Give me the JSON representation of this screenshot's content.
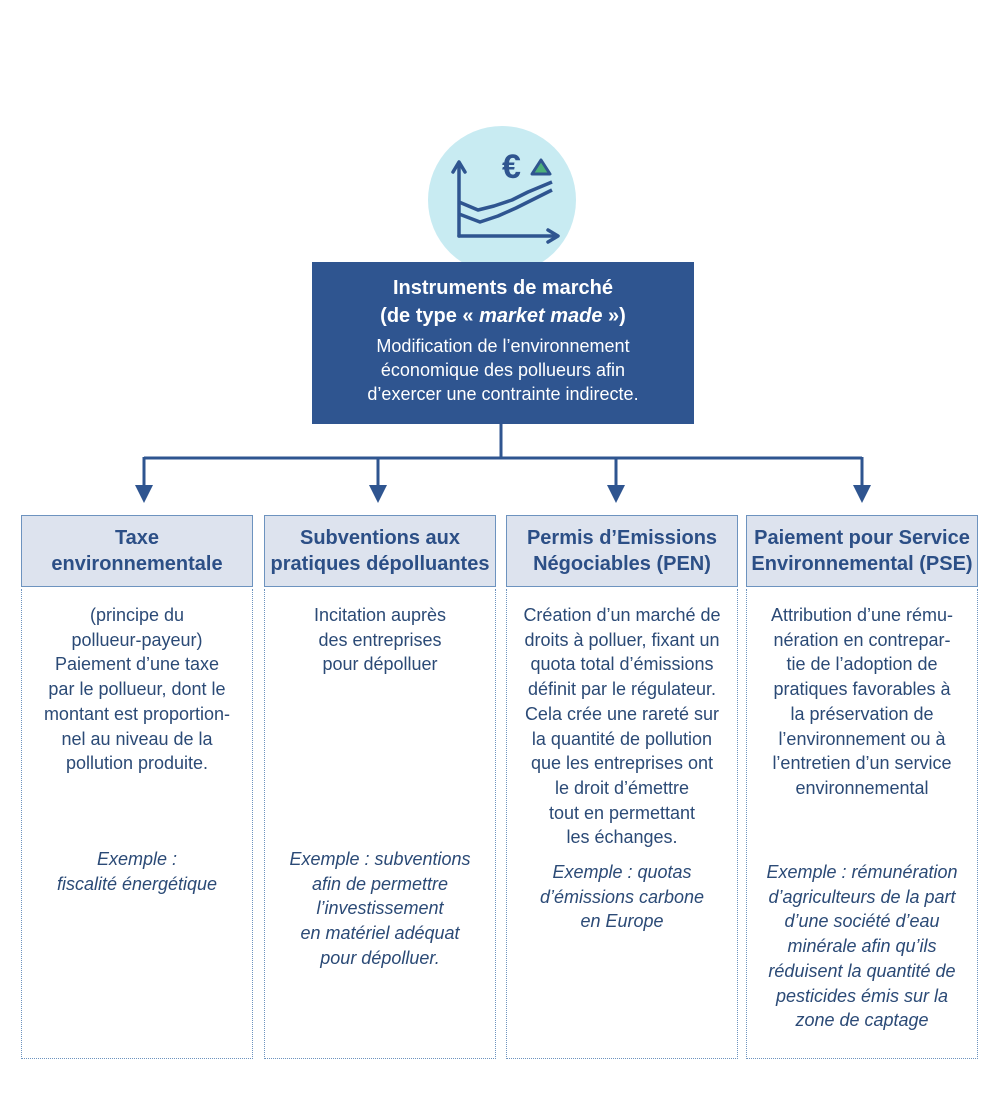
{
  "root": {
    "title_line1": "Instruments de marché",
    "title_line2_prefix": "(de type « ",
    "title_line2_italic": "market made",
    "title_line2_suffix": " »)",
    "description_lines": [
      "Modification de l’environnement",
      "économique des pollueurs afin",
      "d’exercer une contrainte indirecte."
    ]
  },
  "icon": {
    "name": "market-chart-icon",
    "symbol": "€",
    "colors": {
      "line": "#2f5590",
      "triangle": "#4cb07a",
      "circle": "#c8ebf2"
    }
  },
  "colors": {
    "root_fill": "#2f5590",
    "header_fill": "#dde3ee",
    "border": "#6d93bf",
    "connector": "#2f5590",
    "text": "#2b4a76"
  },
  "columns": [
    {
      "title_lines": [
        "Taxe",
        "environnementale"
      ],
      "description_lines": [
        "(principe du",
        "pollueur-payeur)",
        "Paiement d’une taxe",
        "par le pollueur, dont le",
        "montant est proportion-",
        "nel au niveau de la",
        "pollution produite."
      ],
      "example_lines": [
        "Exemple :",
        "fiscalité énergétique"
      ]
    },
    {
      "title_lines": [
        "Subventions aux",
        "pratiques dépolluantes"
      ],
      "description_lines": [
        "Incitation auprès",
        "des entreprises",
        "pour dépolluer"
      ],
      "example_lines": [
        "Exemple :  subventions",
        "afin de permettre",
        "l’investissement",
        "en matériel adéquat",
        "pour dépolluer."
      ]
    },
    {
      "title_lines": [
        "Permis d’Emissions",
        "Négociables (PEN)"
      ],
      "description_lines": [
        "Création d’un marché de",
        "droits à polluer, fixant un",
        "quota total d’émissions",
        "définit par le régulateur.",
        "Cela crée une rareté sur",
        "la quantité de pollution",
        "que les entreprises ont",
        "le droit d’émettre",
        "tout en permettant",
        "les échanges."
      ],
      "example_lines": [
        "Exemple : quotas",
        "d’émissions carbone",
        "en Europe"
      ]
    },
    {
      "title_lines": [
        "Paiement pour Service",
        "Environnemental (PSE)"
      ],
      "description_lines": [
        "Attribution d’une rému-",
        "nération en contrepar-",
        "tie de l’adoption de",
        "pratiques favorables à",
        "la préservation de",
        "l’environnement ou à",
        "l’entretien d’un service",
        "environnemental"
      ],
      "example_lines": [
        "Exemple :  rémunération",
        "d’agriculteurs de la part",
        "d’une société d’eau",
        "minérale afin qu’ils",
        "réduisent la quantité de",
        "pesticides émis sur la",
        "zone de captage"
      ]
    }
  ]
}
